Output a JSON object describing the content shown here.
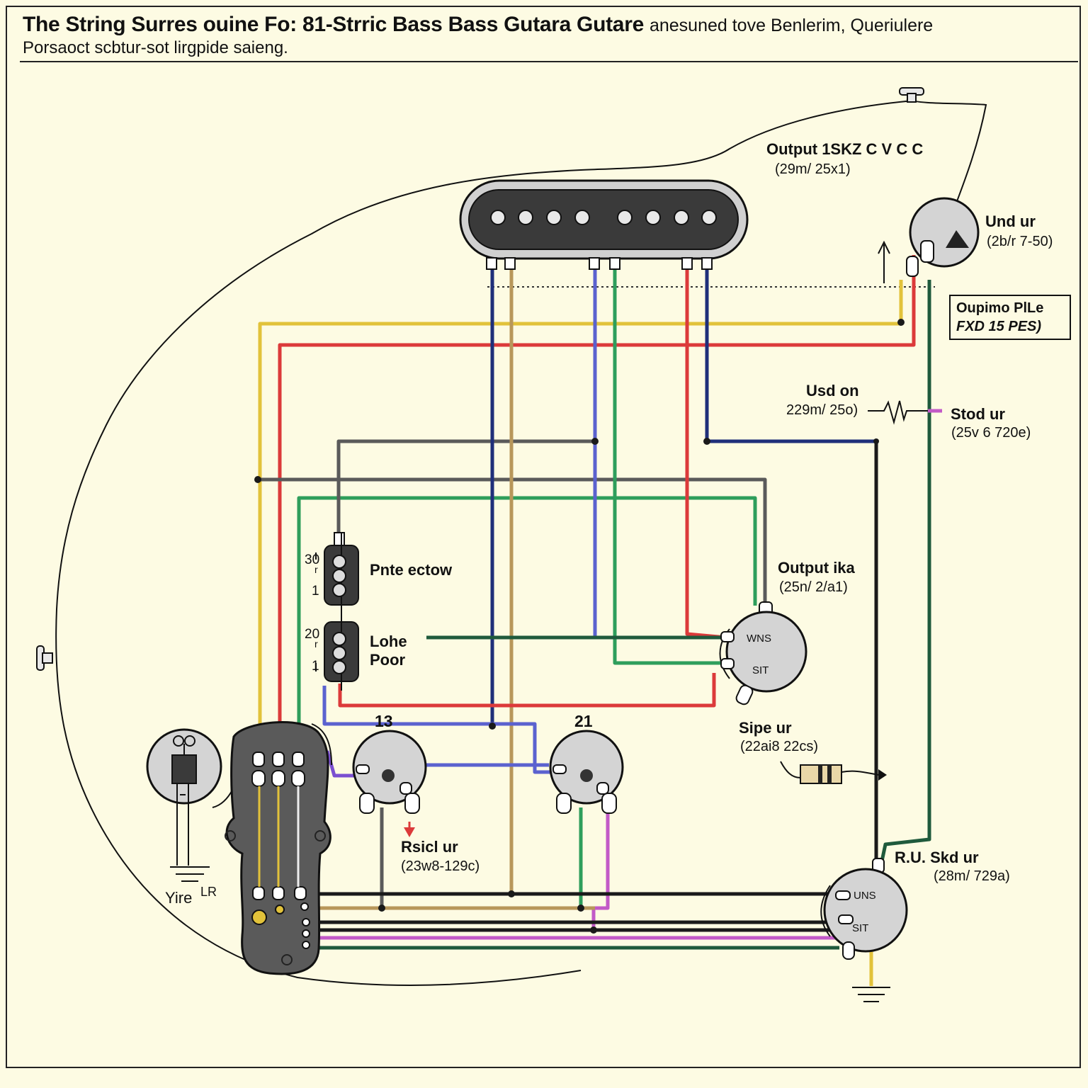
{
  "header": {
    "title_main": "The String Surres ouine Fo: 81-Strric Bass Bass Gutara Gutare",
    "title_tail": "anesuned tove Benlerim, Queriulere",
    "subtitle": "Porsaoct scbtur-sot lirgpide saieng."
  },
  "components": {
    "output_top": {
      "name": "Output 1SKZ C V C C",
      "value": "(29m/ 25x1)"
    },
    "und": {
      "name": "Und ur",
      "value": "(2b/r 7-50)"
    },
    "output_pile": {
      "line1": "Oupimo PlLe",
      "line2": "FXD 15 PES)"
    },
    "usd": {
      "name": "Usd on",
      "value": "229m/ 25o)"
    },
    "stod": {
      "name": "Stod ur",
      "value": "(25v 6 720e)"
    },
    "output_ika": {
      "name": "Output ika",
      "value": "(25n/ 2/a1)"
    },
    "pote": {
      "name": "Pnte ectow"
    },
    "lohe": {
      "line1": "Lohe",
      "line2": "Poor"
    },
    "sipe": {
      "name": "Sipe ur",
      "value": "(22ai8 22cs)"
    },
    "rsicl": {
      "name": "Rsicl ur",
      "value": "(23w8-129c)"
    },
    "rskd": {
      "name": "R.U. Skd ur",
      "value": "(28m/ 729a)"
    },
    "yire": {
      "name": "Yire",
      "sub": "LR"
    }
  },
  "pickup_labels": {
    "top_num_a": "30",
    "top_sub_a": "r",
    "top_one_a": "1",
    "top_num_b": "20",
    "top_sub_b": "r",
    "top_one_b": "1"
  },
  "pot_numbers": {
    "left": "13",
    "right": "21"
  },
  "knob_labels": {
    "upper_top": "WNS",
    "upper_bottom": "SIT",
    "lower_top": "UNS",
    "lower_bottom": "SIT"
  },
  "colors": {
    "background": "#fdfbe3",
    "wire_yellow": "#e2c23a",
    "wire_red": "#dc3a3a",
    "wire_green": "#2e9e5b",
    "wire_dark_green": "#1f5a3c",
    "wire_blue": "#1f2f7a",
    "wire_light_blue": "#5b62cf",
    "wire_tan": "#b8975a",
    "wire_gray": "#5a5a5a",
    "wire_black": "#1a1a1a",
    "wire_purple": "#c25ac7",
    "metal_gray": "#d4d4d4"
  }
}
